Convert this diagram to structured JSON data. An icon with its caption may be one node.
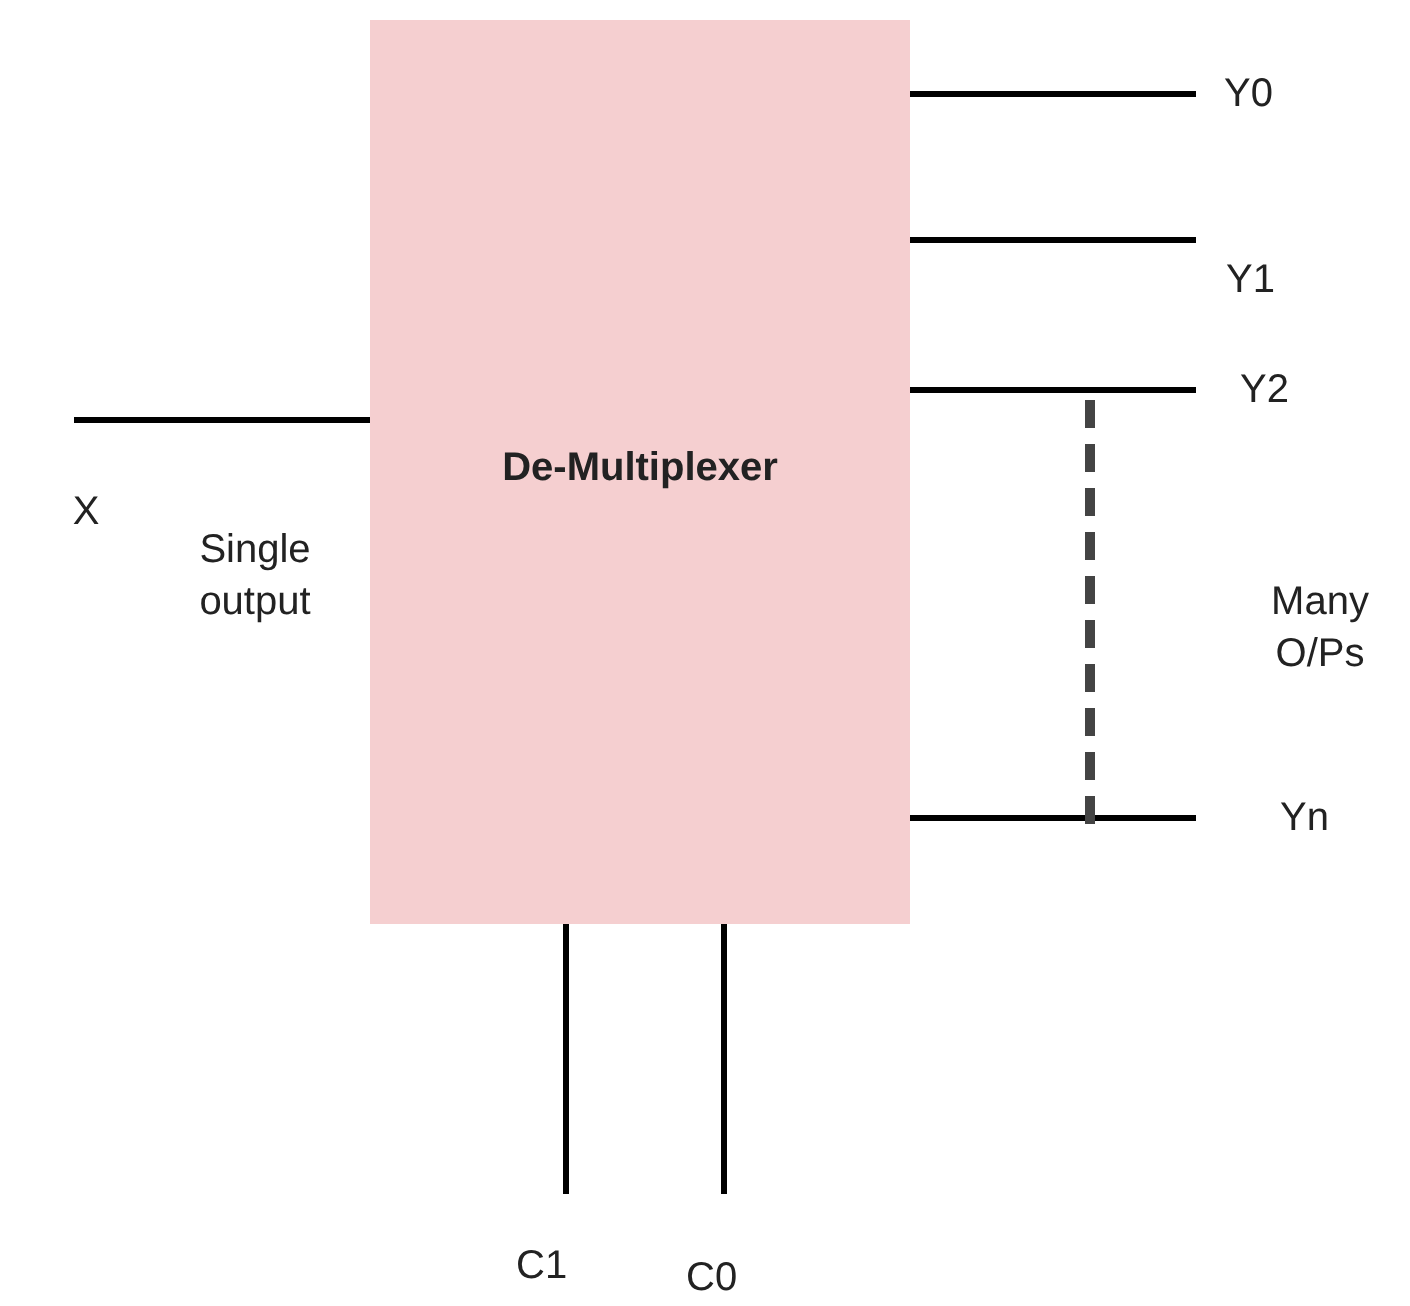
{
  "diagram": {
    "nodes": [
      {
        "text": [
          "De-Multiplexer"
        ]
      },
      {
        "text": [
          "Y0"
        ]
      },
      {
        "text": [
          "Y1"
        ]
      },
      {
        "text": [
          "Y2"
        ]
      },
      {
        "text": [
          "Yn"
        ]
      },
      {
        "text": [
          "C1"
        ]
      },
      {
        "text": [
          "C0"
        ]
      }
    ],
    "edges": [
      {
        "from": null,
        "to": 0,
        "arrow": "none"
      },
      {
        "from": 0,
        "to": 1,
        "arrow": "none"
      },
      {
        "from": 0,
        "to": 2,
        "arrow": "none"
      },
      {
        "from": 0,
        "to": 3,
        "arrow": "none"
      },
      {
        "from": 0,
        "to": 4,
        "arrow": "none"
      },
      {
        "from": 0,
        "to": 5,
        "arrow": "none"
      },
      {
        "from": 0,
        "to": 6,
        "arrow": "none"
      }
    ],
    "labels": [
      "X",
      "Single output",
      "Many O/Ps"
    ]
  }
}
